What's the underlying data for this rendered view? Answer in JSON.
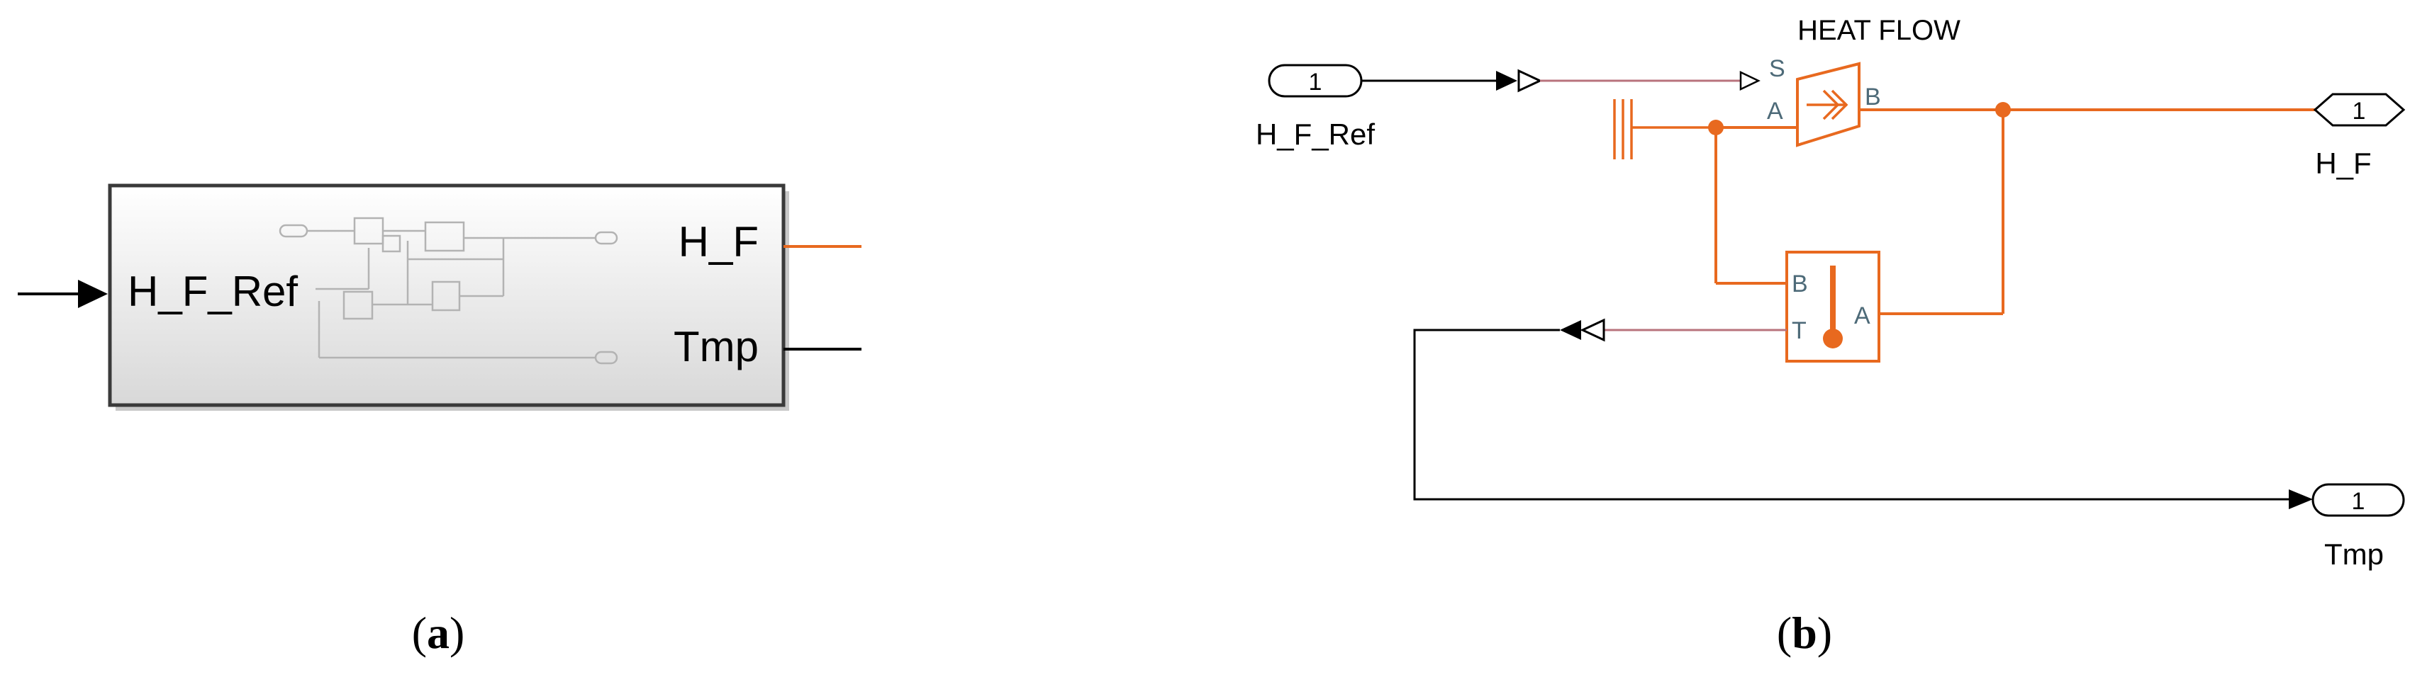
{
  "colors": {
    "signal": "#000000",
    "physical": "#e8691f",
    "physical_thin": "#b8737c",
    "port_text": "#4d6a78",
    "block_fill_top": "#ffffff",
    "block_fill_bottom": "#dcdcdc",
    "block_border": "#3a3a3a",
    "thumb": "#b3b3b3"
  },
  "panel_a": {
    "caption_open": "(",
    "caption_letter": "a",
    "caption_close": ")",
    "subsystem": {
      "input_port": "H_F_Ref",
      "output_ports": [
        "H_F",
        "Tmp"
      ]
    }
  },
  "panel_b": {
    "caption_open": "(",
    "caption_letter": "b",
    "caption_close": ")",
    "inport": {
      "number": "1",
      "name": "H_F_Ref"
    },
    "heat_flow_block": {
      "title": "HEAT FLOW",
      "ports": {
        "s": "S",
        "a": "A",
        "b": "B"
      }
    },
    "sensor_block": {
      "ports": {
        "b": "B",
        "t": "T",
        "a": "A"
      }
    },
    "outport_hf": {
      "number": "1",
      "name": "H_F"
    },
    "outport_tmp": {
      "number": "1",
      "name": "Tmp"
    }
  },
  "icons": [
    "arrow-head-icon",
    "thermometer-icon",
    "heat-flow-source-icon",
    "thermal-reference-icon"
  ]
}
